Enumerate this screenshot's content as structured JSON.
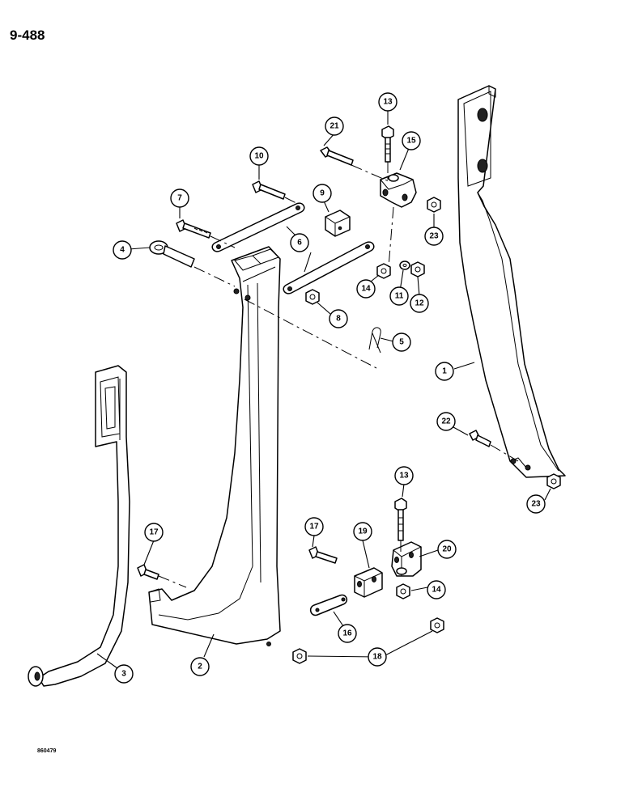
{
  "header": {
    "page_number": "9-488"
  },
  "footer": {
    "figure_id": "860479"
  },
  "callouts": [
    {
      "id": "c1",
      "label": "1"
    },
    {
      "id": "c2",
      "label": "2"
    },
    {
      "id": "c3",
      "label": "3"
    },
    {
      "id": "c4",
      "label": "4"
    },
    {
      "id": "c5",
      "label": "5"
    },
    {
      "id": "c6",
      "label": "6"
    },
    {
      "id": "c7",
      "label": "7"
    },
    {
      "id": "c8",
      "label": "8"
    },
    {
      "id": "c9",
      "label": "9"
    },
    {
      "id": "c10",
      "label": "10"
    },
    {
      "id": "c11",
      "label": "11"
    },
    {
      "id": "c12",
      "label": "12"
    },
    {
      "id": "c13a",
      "label": "13"
    },
    {
      "id": "c13b",
      "label": "13"
    },
    {
      "id": "c14a",
      "label": "14"
    },
    {
      "id": "c14b",
      "label": "14"
    },
    {
      "id": "c15",
      "label": "15"
    },
    {
      "id": "c16",
      "label": "16"
    },
    {
      "id": "c17a",
      "label": "17"
    },
    {
      "id": "c17b",
      "label": "17"
    },
    {
      "id": "c18",
      "label": "18"
    },
    {
      "id": "c19",
      "label": "19"
    },
    {
      "id": "c20",
      "label": "20"
    },
    {
      "id": "c21",
      "label": "21"
    },
    {
      "id": "c22",
      "label": "22"
    },
    {
      "id": "c23a",
      "label": "23"
    },
    {
      "id": "c23b",
      "label": "23"
    }
  ]
}
